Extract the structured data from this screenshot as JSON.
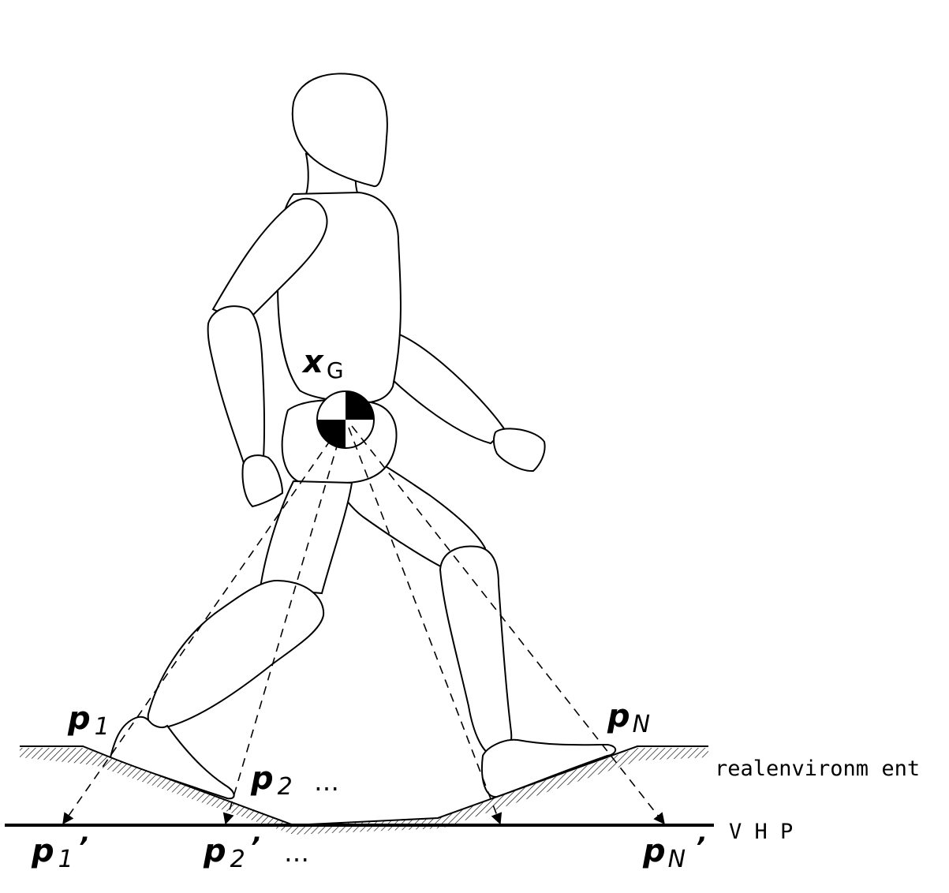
{
  "labels": {
    "xg": {
      "main": "x",
      "sub": "G"
    },
    "p1": {
      "main": "p",
      "sub": "1"
    },
    "p2": {
      "main": "p",
      "sub": "2"
    },
    "pn": {
      "main": "p",
      "sub": "N"
    },
    "p1_prime": {
      "main": "p",
      "sub": "1",
      "prime": "’"
    },
    "p2_prime": {
      "main": "p",
      "sub": "2",
      "prime": "’"
    },
    "pn_prime": {
      "main": "p",
      "sub": "N",
      "prime": "’"
    },
    "ellipsis_upper": "…",
    "ellipsis_lower": "…",
    "real_environment": "realenvironm ent",
    "vhp": "V H P"
  }
}
